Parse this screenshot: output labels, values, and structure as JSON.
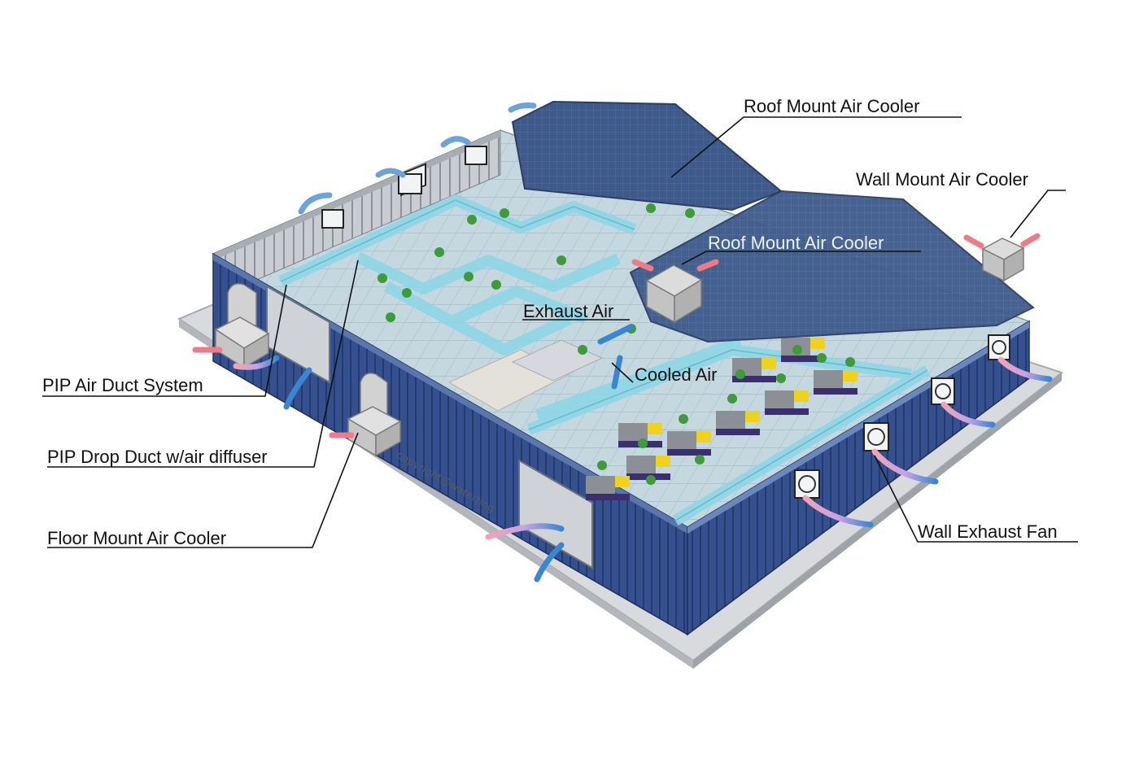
{
  "labels": {
    "roof_mount_1": "Roof Mount Air Cooler",
    "wall_mount": "Wall Mount Air Cooler",
    "roof_mount_2": "Roof Mount Air Cooler",
    "exhaust_air": "Exhaust Air",
    "cooled_air": "Cooled Air",
    "pip_air_duct": "PIP Air Duct System",
    "pip_drop_duct": "PIP Drop Duct w/air diffuser",
    "floor_mount": "Floor Mount Air Cooler",
    "wall_exhaust_fan": "Wall Exhaust Fan"
  },
  "watermark": "copyright@waterting",
  "colors": {
    "wall_blue": "#34508f",
    "roof_blue": "#3f5c8e",
    "floor_tile": "#bfd3dc",
    "duct": "#8fd6e6",
    "cooled_air_arrow": "#3a86d1",
    "hot_air_arrow": "#f07a86",
    "worker_green": "#3f9a3c",
    "machine_yellow": "#f0d21e"
  }
}
